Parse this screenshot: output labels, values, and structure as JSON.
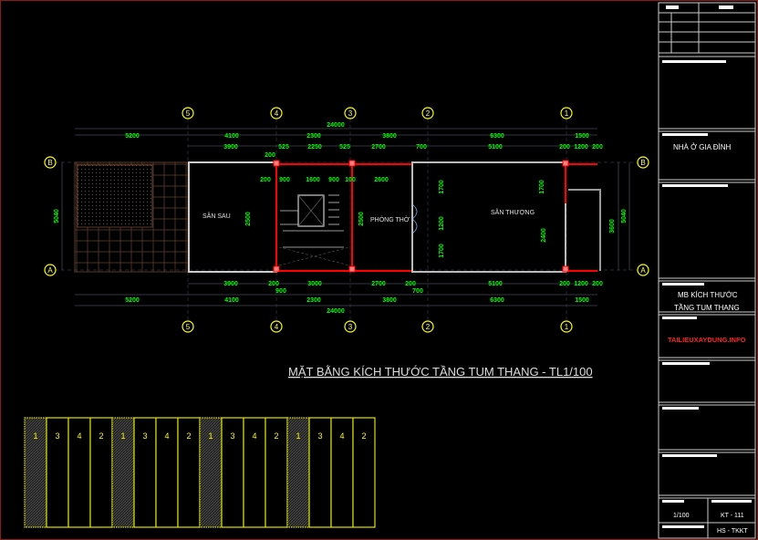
{
  "drawing_title": "MẶT BẰNG KÍCH THƯỚC TẦNG TUM THANG - TL1/100",
  "grid_axes": {
    "columns": [
      "5",
      "4",
      "3",
      "2",
      "1"
    ],
    "rows": [
      "B",
      "A"
    ]
  },
  "rooms": {
    "back_yard": "SÂN SAU",
    "altar_room": "PHÒNG THỜ",
    "terrace": "SÂN THƯỢNG"
  },
  "dimensions": {
    "overall_top": "24000",
    "top_row1": [
      "5200",
      "4100",
      "2300",
      "3800",
      "6300",
      "1500"
    ],
    "top_row2": [
      "3900",
      "525",
      "2250",
      "525",
      "2700",
      "700",
      "5100",
      "200",
      "1200",
      "200"
    ],
    "interior_top": [
      "200",
      "200",
      "900",
      "1600",
      "900",
      "100",
      "2600"
    ],
    "bottom_row1": [
      "3900",
      "200",
      "3000",
      "2700",
      "200",
      "5100",
      "200",
      "1200",
      "200"
    ],
    "bottom_row2": [
      "5200",
      "4100",
      "2300",
      "3800",
      "6300",
      "1500"
    ],
    "bottom_misc": [
      "900",
      "700"
    ],
    "overall_bottom": "24000",
    "vertical": [
      "5040",
      "2500",
      "2500",
      "1700",
      "1200",
      "1700",
      "1700",
      "2400",
      "3600",
      "5040"
    ]
  },
  "title_block": {
    "project": "NHÀ Ở GIA ĐÌNH",
    "sheet_name_line1": "MB KÍCH THƯỚC",
    "sheet_name_line2": "TẦNG TUM THANG",
    "watermark": "TAILIEUXAYDUNG.INFO",
    "scale": "1/100",
    "sheet_number": "KT - 111",
    "stage": "HS - TKKT"
  },
  "strip_cells": [
    "1",
    "3",
    "4",
    "2",
    "1",
    "3",
    "4",
    "2",
    "1",
    "3",
    "4",
    "2",
    "1",
    "3",
    "4",
    "2"
  ],
  "colors": {
    "dimension": "#00ff00",
    "wall": "#ff0000",
    "axis_bubble": "#ffff00",
    "watermark": "#ff0000"
  }
}
